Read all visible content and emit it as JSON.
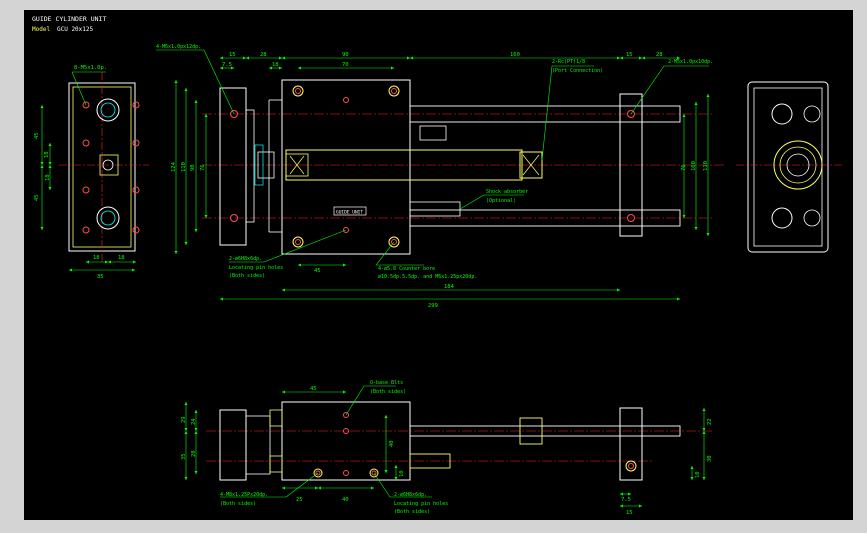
{
  "title_block": {
    "title": "GUIDE CYLINDER UNIT",
    "model_label": "Model",
    "model_value": "GCU 20x125"
  },
  "top_view": {
    "dims_top": [
      "15",
      "28",
      "90",
      "70",
      "7.5",
      "18",
      "160",
      "15",
      "28"
    ],
    "dims_bottom": [
      "45",
      "184",
      "299"
    ],
    "dims_left": [
      "124",
      "110",
      "90",
      "76"
    ],
    "dims_right": [
      "76",
      "100",
      "110"
    ],
    "callouts": {
      "tap_left": "4-M6x1.0px12dp.",
      "port": "2-Rc(PT)1/8",
      "port_sub": "(Port Connection)",
      "tap_right": "2-M5x1.0px10dp.",
      "shock": "Shock absorber",
      "shock_sub": "(Optional)",
      "locating": "2-ø6H8x6dp.",
      "locating_sub": "Locating pin holes",
      "both_sides": "(Both sides)",
      "cbore": "4-ø5.8 Counter bore",
      "cbore_sub": "ø10.5dp.5.5dp. and M6x1.25px20dp.",
      "nameplate": "GUIDE UNIT"
    }
  },
  "left_view": {
    "callout": "8-M5x1.0p.",
    "dims_v": [
      "45",
      "18",
      "18",
      "45"
    ],
    "dims_h": [
      "35",
      "18",
      "18"
    ]
  },
  "bottom_view": {
    "dims_top": [
      "45"
    ],
    "dims_left": [
      "29",
      "24",
      "35",
      "28"
    ],
    "dims_right": [
      "40",
      "10",
      "22",
      "30",
      "10"
    ],
    "dims_bottom": [
      "25",
      "40",
      "7.5",
      "15"
    ],
    "callouts": {
      "oil": "O-base Blts",
      "oil_sub": "(Both sides)",
      "tap": "4-M8x1.25Px20dp.",
      "tap_sub": "(Both sides)",
      "locating": "2-ø6H8x6dp.",
      "locating_sub": "Locating pin holes",
      "both_sides": "(Both sides)"
    }
  },
  "colors": {
    "background": "#000000",
    "frame": "#d4d4d4",
    "outline": "#ffffff",
    "body": "#ffff66",
    "dimension": "#00ff00",
    "centerline": "#ff2020",
    "hole": "#ff5050",
    "shading": "#00ffff"
  }
}
